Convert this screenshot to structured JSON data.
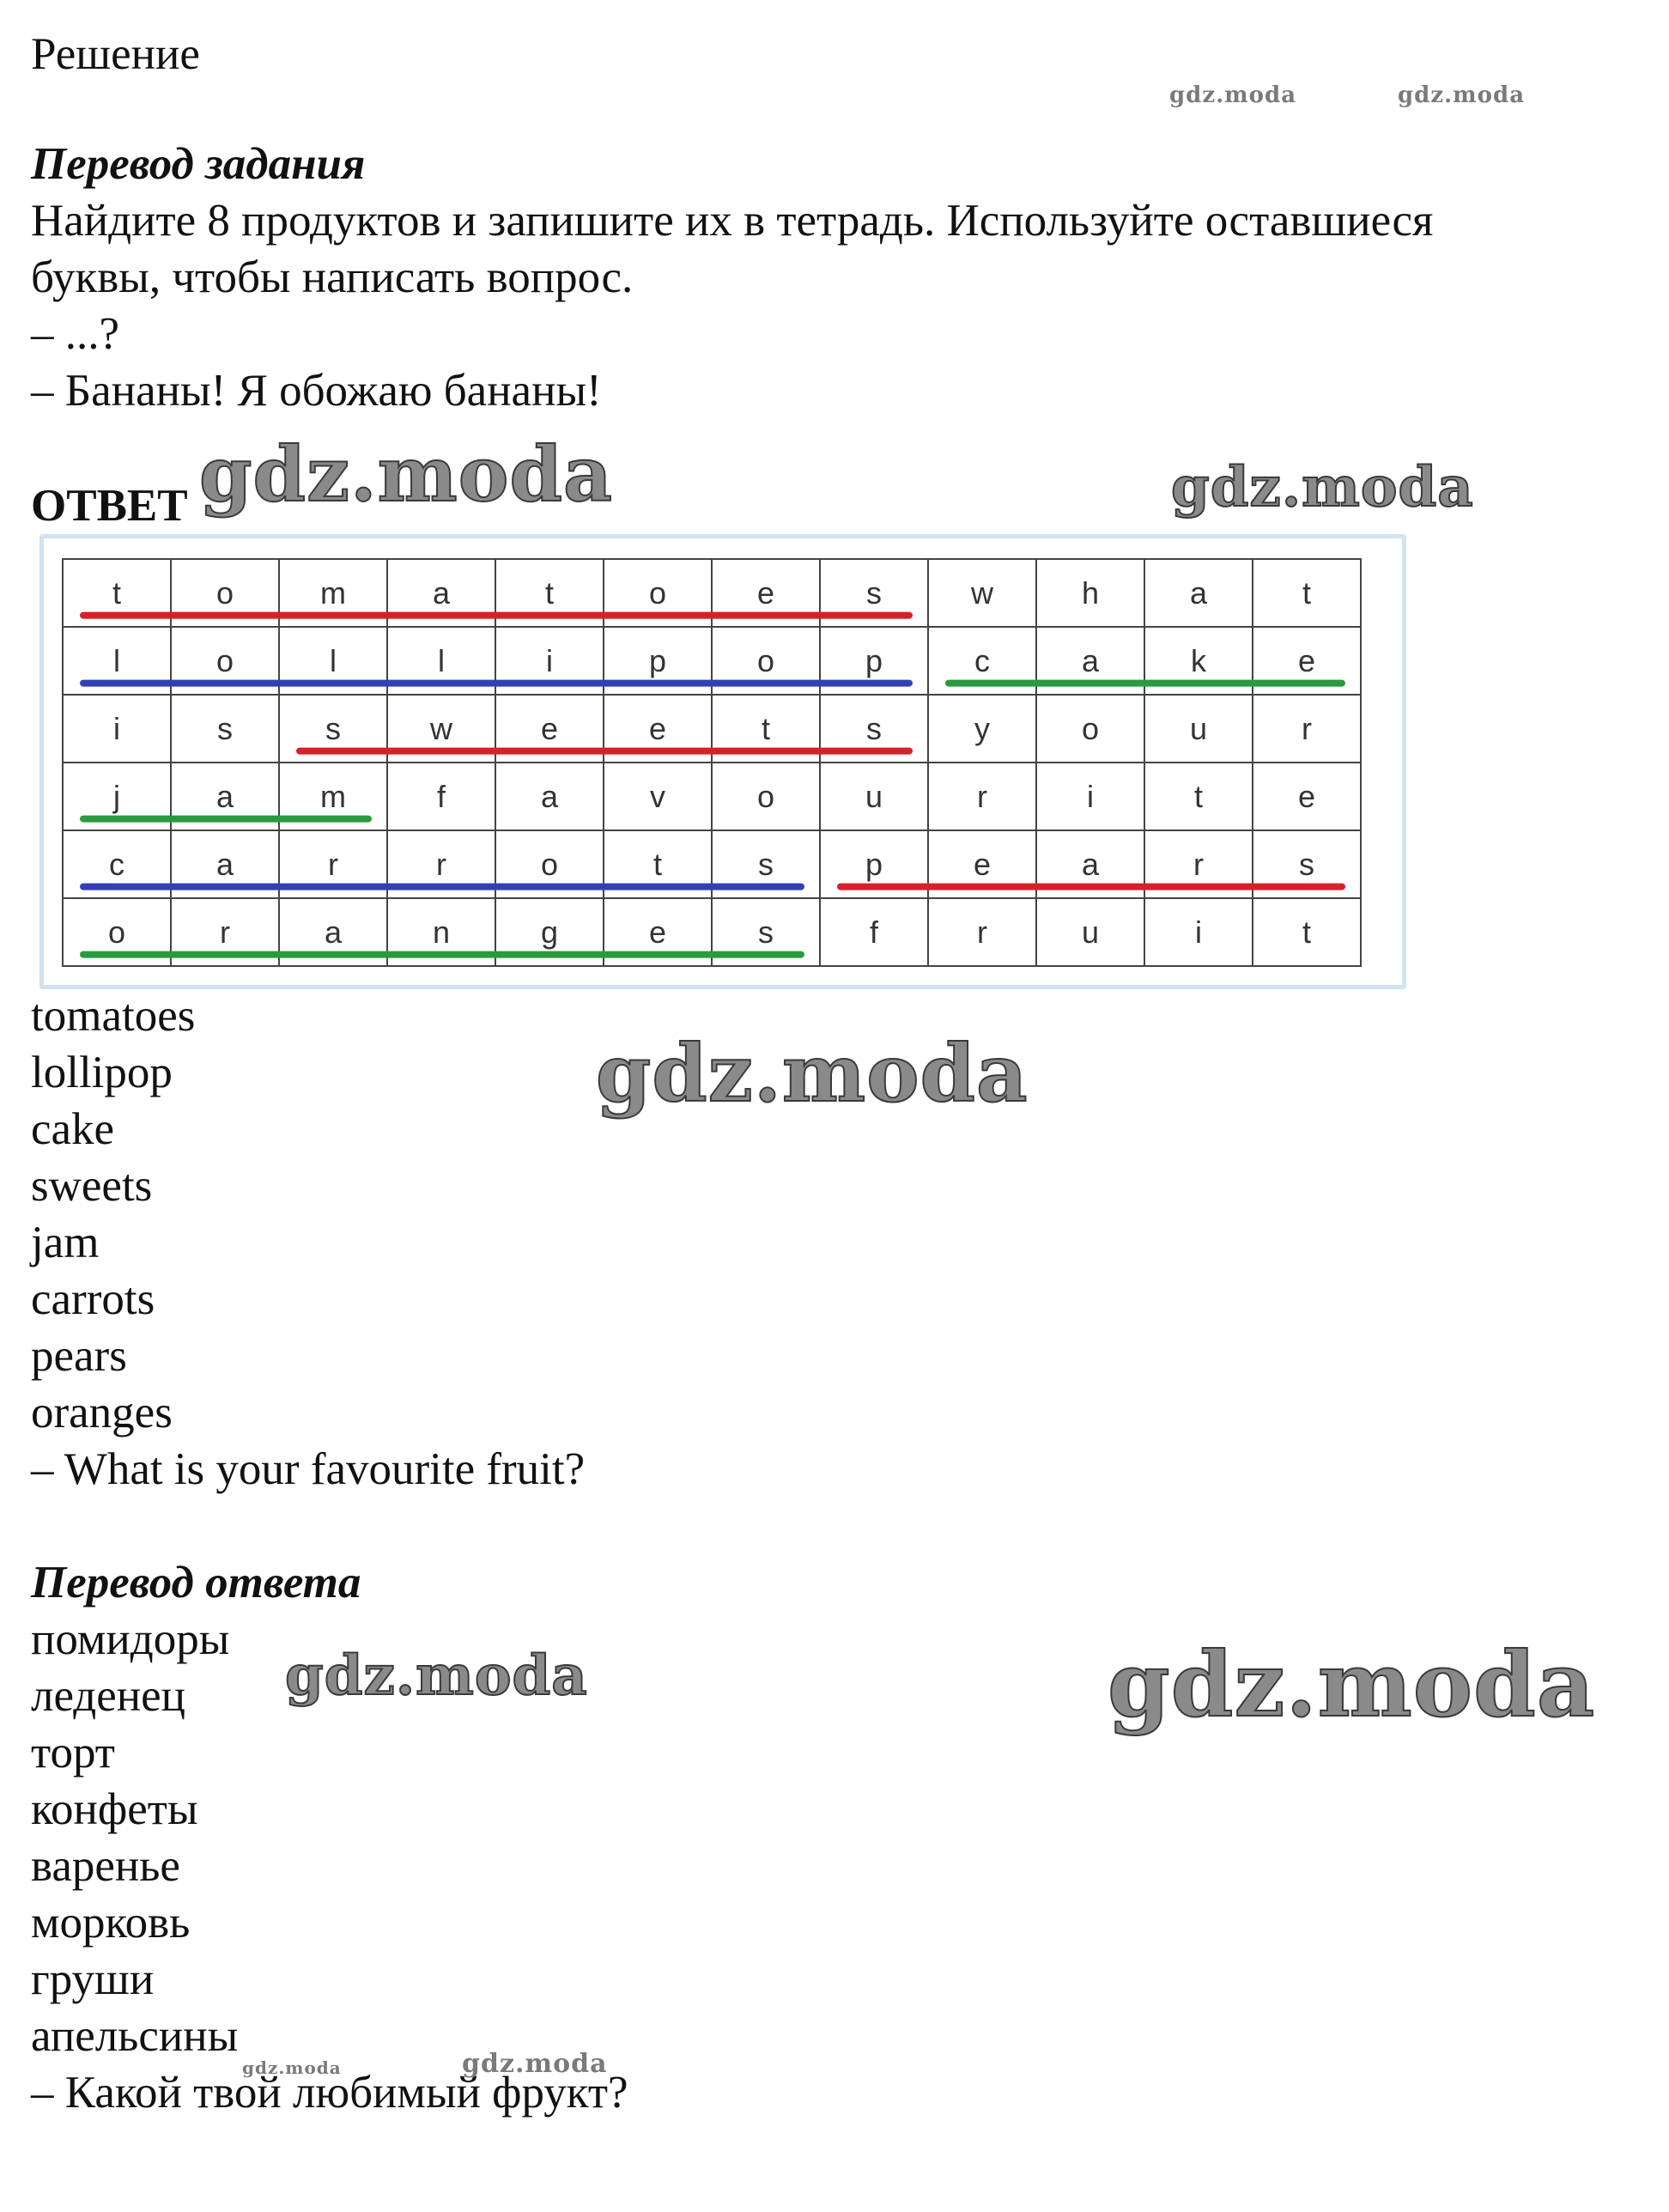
{
  "header": "Решение",
  "task_heading": "Перевод задания",
  "task_lines": [
    "Найдите 8 продуктов и запишите их в тетрадь. Используйте оставшиеся",
    "буквы, чтобы написать вопрос.",
    "– ...?",
    "– Бананы! Я обожаю бананы!"
  ],
  "answer_label": "ОТВЕТ",
  "grid": [
    [
      "t",
      "o",
      "m",
      "a",
      "t",
      "o",
      "e",
      "s",
      "w",
      "h",
      "a",
      "t"
    ],
    [
      "l",
      "o",
      "l",
      "l",
      "i",
      "p",
      "o",
      "p",
      "c",
      "a",
      "k",
      "e"
    ],
    [
      "i",
      "s",
      "s",
      "w",
      "e",
      "e",
      "t",
      "s",
      "y",
      "o",
      "u",
      "r"
    ],
    [
      "j",
      "a",
      "m",
      "f",
      "a",
      "v",
      "o",
      "u",
      "r",
      "i",
      "t",
      "e"
    ],
    [
      "c",
      "a",
      "r",
      "r",
      "o",
      "t",
      "s",
      "p",
      "e",
      "a",
      "r",
      "s"
    ],
    [
      "o",
      "r",
      "a",
      "n",
      "g",
      "e",
      "s",
      "f",
      "r",
      "u",
      "i",
      "t"
    ]
  ],
  "found_words": [
    {
      "word": "tomatoes",
      "row": 0,
      "start": 0,
      "end": 7,
      "color": "#d9202a"
    },
    {
      "word": "lollipop",
      "row": 1,
      "start": 0,
      "end": 7,
      "color": "#3340b5"
    },
    {
      "word": "cake",
      "row": 1,
      "start": 8,
      "end": 11,
      "color": "#2a9a3e"
    },
    {
      "word": "sweets",
      "row": 2,
      "start": 2,
      "end": 7,
      "color": "#d9202a"
    },
    {
      "word": "jam",
      "row": 3,
      "start": 0,
      "end": 2,
      "color": "#2a9a3e"
    },
    {
      "word": "carrots",
      "row": 4,
      "start": 0,
      "end": 6,
      "color": "#3340b5"
    },
    {
      "word": "pears",
      "row": 4,
      "start": 7,
      "end": 11,
      "color": "#d9202a"
    },
    {
      "word": "oranges",
      "row": 5,
      "start": 0,
      "end": 6,
      "color": "#2a9a3e"
    }
  ],
  "answer_lines": [
    "tomatoes",
    "lollipop",
    "cake",
    "sweets",
    "jam",
    "carrots",
    "pears",
    "oranges",
    "– What is your favourite fruit?"
  ],
  "translation_heading": "Перевод ответа",
  "translation_lines": [
    "помидоры",
    "леденец",
    "торт",
    "конфеты",
    "варенье",
    "морковь",
    "груши",
    "апельсины",
    "– Какой твой любимый фрукт?"
  ],
  "watermark": "gdz.moda"
}
